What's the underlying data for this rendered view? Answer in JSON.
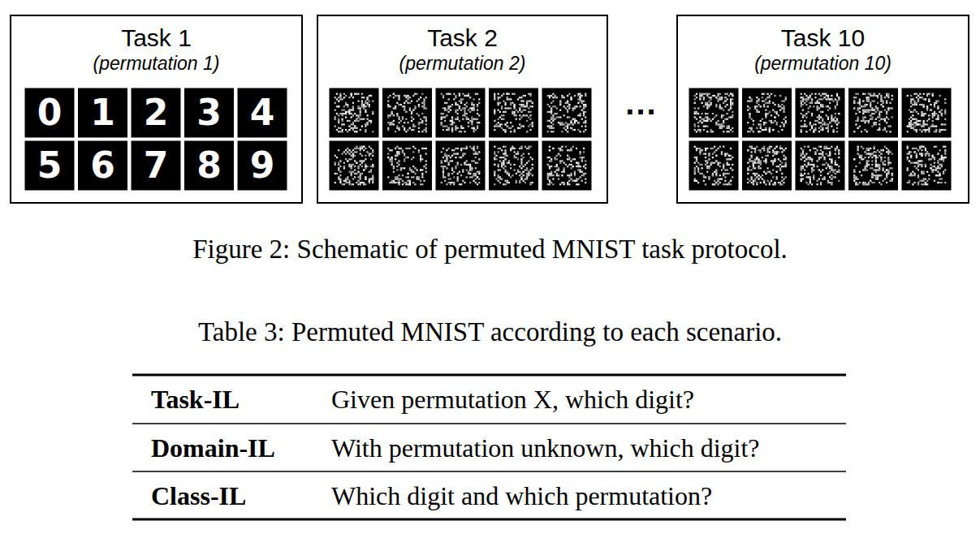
{
  "diagram": {
    "caption": "Figure 2: Schematic of permuted MNIST task protocol.",
    "nodes": [
      {
        "text": [
          "Task 1",
          "(permutation 1)"
        ]
      },
      {
        "text": [
          "Task 2",
          "(permutation 2)"
        ]
      },
      {
        "text": [
          "Task 10",
          "(permutation 10)"
        ]
      }
    ],
    "labels": [
      "0",
      "1",
      "2",
      "3",
      "4",
      "5",
      "6",
      "7",
      "8",
      "9",
      "...",
      "Table 3: Permuted MNIST according to each scenario.",
      "Task-IL",
      "Given permutation X, which digit?",
      "Domain-IL",
      "With permutation unknown, which digit?",
      "Class-IL",
      "Which digit and which permutation?"
    ]
  }
}
